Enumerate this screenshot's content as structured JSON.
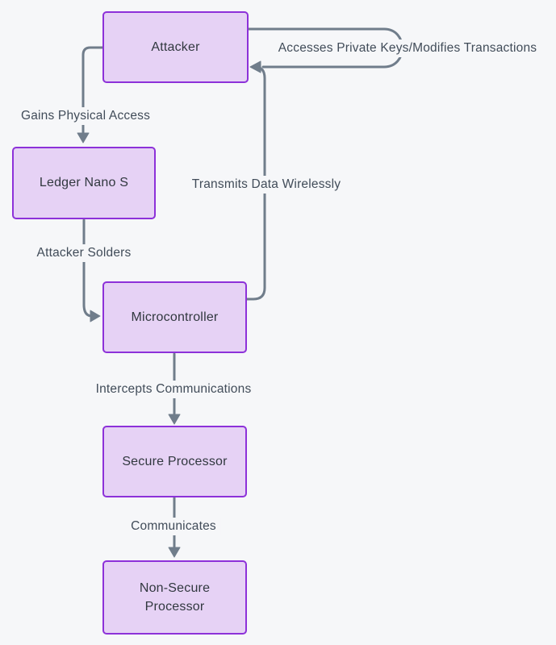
{
  "diagram": {
    "type": "flowchart",
    "direction": "top-down",
    "colors": {
      "background": "#f6f7f9",
      "node_fill": "#e6d2f5",
      "node_border": "#8d31d9",
      "node_text": "#31383f",
      "edge_line": "#707d8b",
      "edge_label_text": "#414c59"
    },
    "nodes": [
      {
        "id": "attacker",
        "label": "Attacker"
      },
      {
        "id": "ledger",
        "label": "Ledger Nano S"
      },
      {
        "id": "micro",
        "label": "Microcontroller"
      },
      {
        "id": "secure",
        "label": "Secure Processor"
      },
      {
        "id": "nonsecure",
        "label": "Non-Secure Processor"
      }
    ],
    "edges": [
      {
        "from": "attacker",
        "to": "ledger",
        "label": "Gains Physical Access"
      },
      {
        "from": "ledger",
        "to": "micro",
        "label": "Attacker Solders"
      },
      {
        "from": "micro",
        "to": "attacker",
        "label": "Transmits Data Wirelessly"
      },
      {
        "from": "attacker",
        "to": "attacker",
        "label": "Accesses Private Keys/Modifies Transactions"
      },
      {
        "from": "micro",
        "to": "secure",
        "label": "Intercepts Communications"
      },
      {
        "from": "secure",
        "to": "nonsecure",
        "label": "Communicates"
      }
    ]
  }
}
